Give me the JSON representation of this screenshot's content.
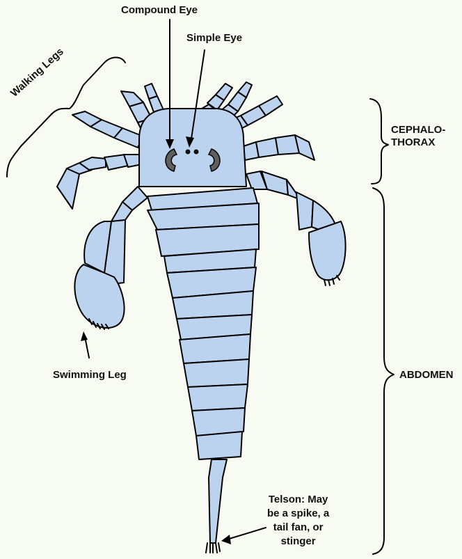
{
  "labels": {
    "compound_eye": "Compound Eye",
    "simple_eye": "Simple Eye",
    "walking_legs": "Walking Legs",
    "cephalothorax_line1": "CEPHALO-",
    "cephalothorax_line2": "THORAX",
    "abdomen": "ABDOMEN",
    "swimming_leg": "Swimming Leg",
    "telson_line1": "Telson: May",
    "telson_line2": "be a spike, a",
    "telson_line3": "tail fan, or",
    "telson_line4": "stinger"
  },
  "colors": {
    "background": "#f7fbf1",
    "body_fill": "#bcd3ef",
    "outline": "#000000",
    "eye_fill": "#5f5f5f"
  }
}
